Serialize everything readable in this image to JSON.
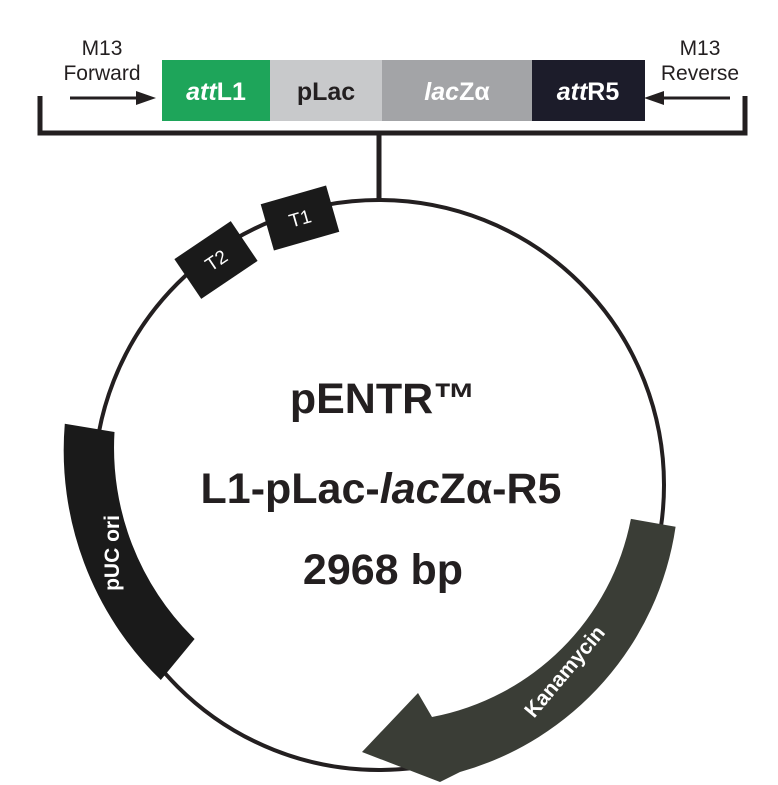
{
  "primers": {
    "forward_line1": "M13",
    "forward_line2": "Forward",
    "reverse_line1": "M13",
    "reverse_line2": "Reverse"
  },
  "cassette": [
    {
      "italic": "att",
      "plain": "L1",
      "color": "#1ea55a",
      "text_color": "#ffffff"
    },
    {
      "italic": "",
      "plain": "pLac",
      "color": "#c8c9cb",
      "text_color": "#231f20"
    },
    {
      "italic": "lac",
      "plain": "Zα",
      "color": "#a3a4a7",
      "text_color": "#ffffff"
    },
    {
      "italic": "att",
      "plain": "R5",
      "color": "#1c1c2a",
      "text_color": "#ffffff"
    }
  ],
  "plasmid": {
    "name_line": "pENTR™",
    "construct_prefix": "L1-pLac-",
    "construct_italic": "lac",
    "construct_suffix": "Zα-R5",
    "size": "2968 bp"
  },
  "features": {
    "terminator_1": "T1",
    "terminator_2": "T2",
    "origin": "pUC ori",
    "resistance": "Kanamycin"
  },
  "colors": {
    "ink": "#231f20",
    "feature_dark": "#1a1a1a",
    "kanamycin": "#3a3d36"
  }
}
